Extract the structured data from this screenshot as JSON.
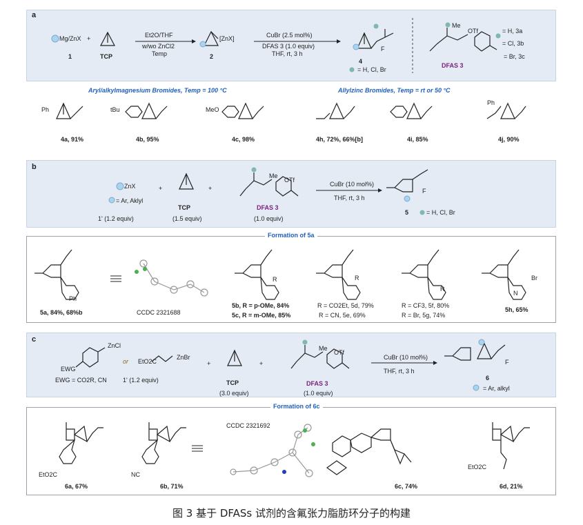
{
  "colors": {
    "accent": "#7fb8ad",
    "ball": "#a8d4f2",
    "purple": "#7a1f7a",
    "blue": "#1f5fbf",
    "panel": "#e4ebf5"
  },
  "a": {
    "label": "a",
    "r1_name": "Mg/ZnX",
    "r1_num": "1",
    "plus": "+",
    "tcp": "TCP",
    "cond1_top": "Et2O/THF",
    "cond1_mid": "w/wo ZnCl2",
    "cond1_bot": "Temp",
    "int_name": "[ZnX]",
    "int_num": "2",
    "cond2_top": "CuBr (2.5 mol%)",
    "cond2_mid": "DFAS 3 (1.0 equiv)",
    "cond2_bot": "THF, rt, 3 h",
    "prod_num": "4",
    "prod_def": "= H, Cl, Br",
    "dfas_label": "DFAS 3",
    "me": "Me",
    "otf": "OTf",
    "f": "F",
    "def_a": "= H, 3a",
    "def_b": "= Cl, 3b",
    "def_c": "= Br, 3c"
  },
  "sub_titles": {
    "left": "Aryl/alkylmagnesium Bromides, Temp = 100 °C",
    "right": "Allylzinc Bromides, Temp = rt or 50 °C"
  },
  "row4": [
    {
      "sub": "Ph",
      "label": "4a, 91%"
    },
    {
      "sub": "tBu",
      "label": "4b, 95%"
    },
    {
      "sub": "MeO",
      "label": "4c, 98%"
    },
    {
      "sub": "",
      "label": "4h, 72%, 66%[b]"
    },
    {
      "sub": "",
      "label": "4i, 85%"
    },
    {
      "sub": "Ph",
      "label": "4j, 90%"
    }
  ],
  "b": {
    "label": "b",
    "reag": "ZnX",
    "reag_def": "= Ar, Aklyl",
    "reag_num": "1' (1.2 equiv)",
    "tcp": "TCP",
    "tcp_eq": "(1.5 equiv)",
    "dfas": "DFAS 3",
    "dfas_eq": "(1.0 equiv)",
    "cond_top": "CuBr (10 mol%)",
    "cond_bot": "THF, rt, 3 h",
    "prod_num": "5",
    "prod_def": "= H, Cl, Br",
    "me": "Me",
    "otf": "OTf",
    "f": "F"
  },
  "form5": {
    "title": "Formation of 5a",
    "items": [
      {
        "label": "5a, 84%, 68%b",
        "sub": "Ph"
      },
      {
        "label": "CCDC 2321688"
      },
      {
        "label1": "5b, R = p-OMe, 84%",
        "label2": "5c, R = m-OMe, 85%",
        "sub": "R"
      },
      {
        "label1": "R = CO2Et, 5d, 79%",
        "label2": "R = CN, 5e, 69%",
        "sub": "R"
      },
      {
        "label1": "R = CF3, 5f, 80%",
        "label2": "R = Br, 5g, 74%",
        "sub": "R"
      },
      {
        "label": "5h, 65%",
        "sub": "Br",
        "n": "N"
      }
    ]
  },
  "c": {
    "label": "c",
    "zncl": "ZnCl",
    "ewg": "EWG",
    "ewg_def": "EWG = CO2R, CN",
    "reag_num": "1' (1.2 equiv)",
    "or": "or",
    "ester": "EtO2C",
    "znbr": "ZnBr",
    "tcp": "TCP",
    "tcp_eq": "(3.0 equiv)",
    "dfas": "DFAS 3",
    "dfas_eq": "(1.0 equiv)",
    "cond_top": "CuBr (10 mol%)",
    "cond_bot": "THF, rt, 3 h",
    "prod_num": "6",
    "prod_def": "= Ar, alkyl",
    "me": "Me",
    "otf": "OTf",
    "f": "F"
  },
  "form6": {
    "title": "Formation of 6c",
    "items": [
      {
        "label": "6a, 67%",
        "sub": "EtO2C"
      },
      {
        "label": "6b, 71%",
        "sub": "NC"
      },
      {
        "label": "CCDC 2321692"
      },
      {
        "label": "6c, 74%"
      },
      {
        "label": "6d, 21%",
        "sub": "EtO2C"
      }
    ]
  },
  "caption": "图 3  基于 DFASs 试剂的含氟张力脂肪环分子的构建"
}
